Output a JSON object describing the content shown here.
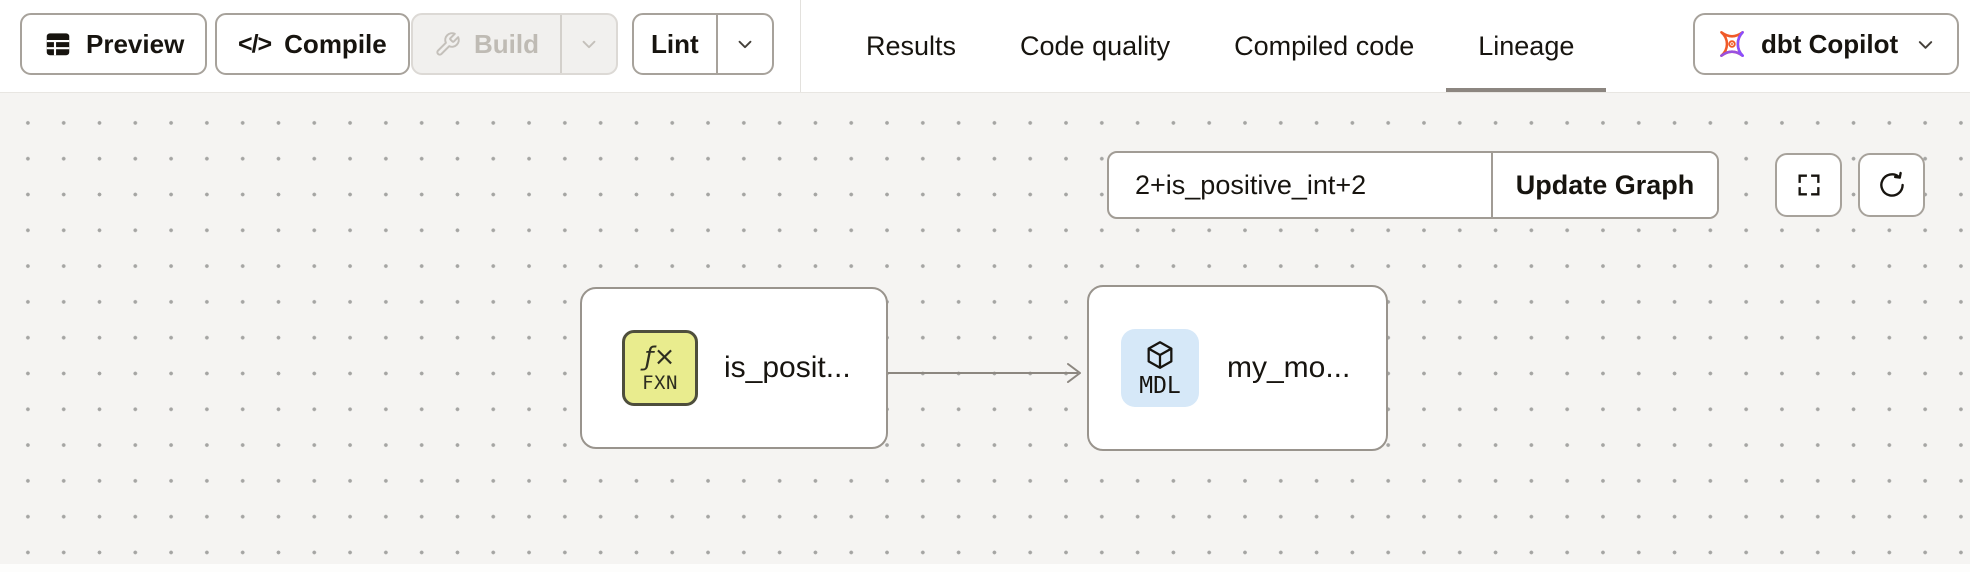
{
  "topbar": {
    "buttons": {
      "preview": "Preview",
      "compile": "Compile",
      "compile_glyph": "</>",
      "build": "Build",
      "lint": "Lint"
    },
    "tabs": [
      "Results",
      "Code quality",
      "Compiled code",
      "Lineage"
    ],
    "active_tab": "Lineage",
    "copilot_label": "dbt Copilot"
  },
  "canvas": {
    "selector_input_value": "2+is_positive_int+2",
    "update_graph_label": "Update Graph",
    "nodes": [
      {
        "type": "function",
        "badge_glyph": "ƒ×",
        "badge_text": "FXN",
        "label": "is_posit..."
      },
      {
        "type": "model",
        "badge_text": "MDL",
        "label": "my_mo..."
      }
    ]
  },
  "colors": {
    "copilot_orange": "#f05a28",
    "copilot_purple": "#8a4fff",
    "function_badge_bg": "#e9ec8e",
    "function_badge_border": "#4e4e3c",
    "model_badge_bg": "#d6e8f8",
    "active_tab_underline": "#8c8680",
    "edge_gray": "#8c8780",
    "canvas_bg": "#f5f4f2",
    "disabled_text": "#bfbbb4"
  }
}
